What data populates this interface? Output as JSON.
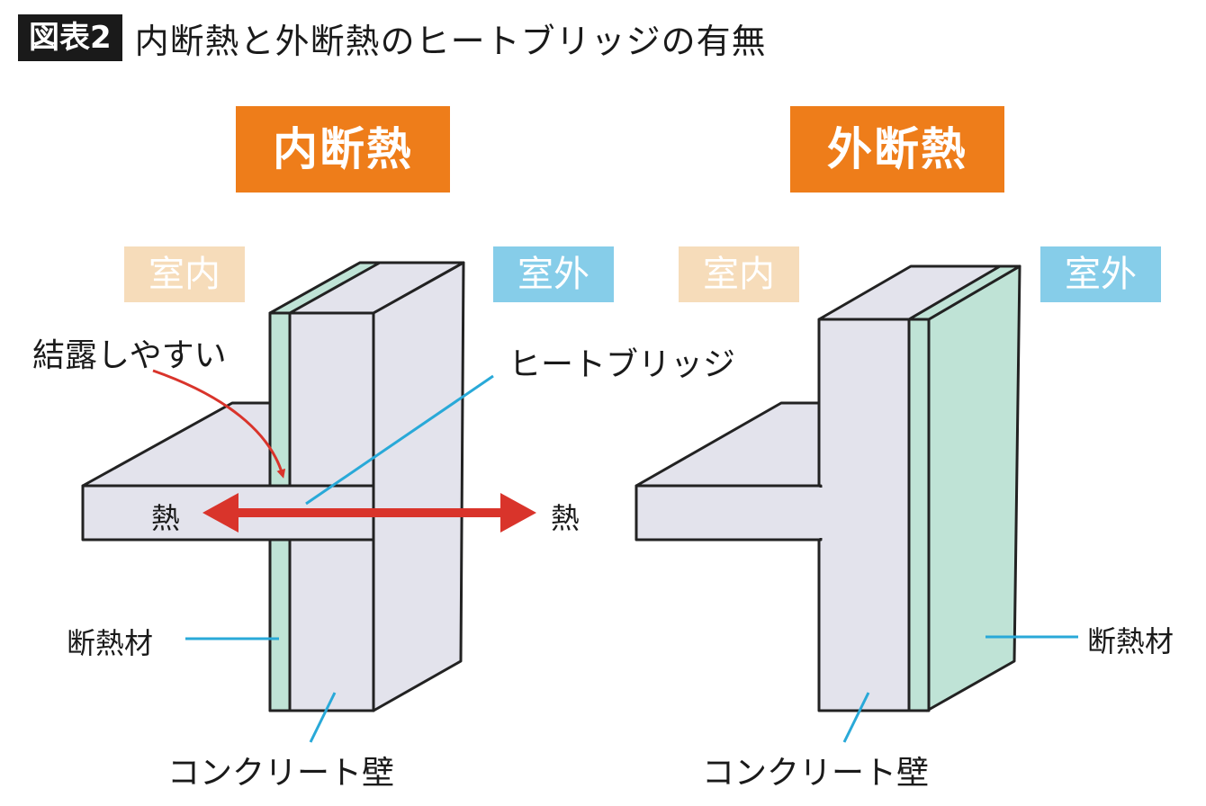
{
  "header": {
    "badge": "図表2",
    "title": "内断熱と外断熱のヒートブリッジの有無"
  },
  "panels": [
    {
      "title": "内断熱",
      "indoor": "室内",
      "outdoor": "室外",
      "condensation": "結露しやすい",
      "heat_bridge": "ヒートブリッジ",
      "heat_left": "熱",
      "heat_right": "熱",
      "insulation": "断熱材",
      "wall": "コンクリート壁"
    },
    {
      "title": "外断熱",
      "indoor": "室内",
      "outdoor": "室外",
      "insulation": "断熱材",
      "wall": "コンクリート壁"
    }
  ],
  "colors": {
    "title_bg": "#ee7d1a",
    "indoor_tag": "#f6dcba",
    "outdoor_tag": "#86cde9",
    "concrete": "#e3e3ec",
    "insulation": "#bfe3d6",
    "heat_arrow": "#d9342b",
    "leader": "#29a9d8"
  }
}
